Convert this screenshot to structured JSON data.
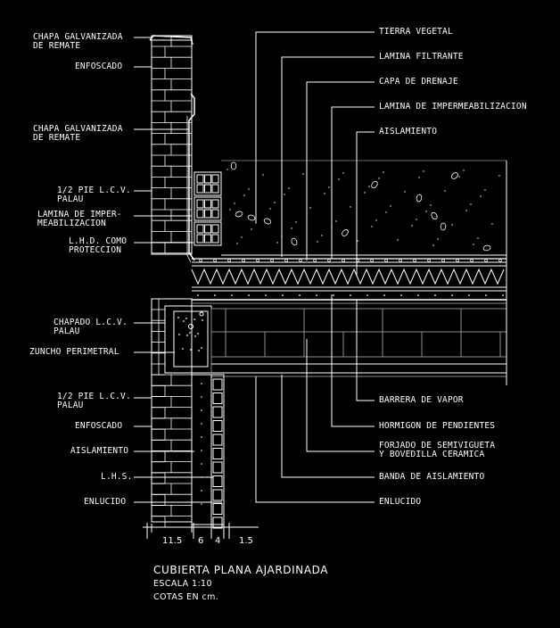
{
  "left_labels": [
    {
      "id": "chapa-galvanizada-1",
      "lines": [
        "CHAPA GALVANIZADA",
        "DE REMATE"
      ]
    },
    {
      "id": "enfoscado-1",
      "lines": [
        "ENFOSCADO"
      ]
    },
    {
      "id": "chapa-galvanizada-2",
      "lines": [
        "CHAPA GALVANIZADA",
        "DE REMATE"
      ]
    },
    {
      "id": "medio-pie-1",
      "lines": [
        "1/2 PIE L.C.V.",
        "PALAU"
      ]
    },
    {
      "id": "lamina-imper",
      "lines": [
        "LAMINA DE IMPER-",
        "MEABILIZACION"
      ]
    },
    {
      "id": "lhd",
      "lines": [
        "L.H.D. COMO",
        "PROTECCION"
      ]
    },
    {
      "id": "chapado",
      "lines": [
        "CHAPADO L.C.V.",
        "PALAU"
      ]
    },
    {
      "id": "zuncho",
      "lines": [
        "ZUNCHO PERIMETRAL"
      ]
    },
    {
      "id": "medio-pie-2",
      "lines": [
        "1/2 PIE L.C.V.",
        "PALAU"
      ]
    },
    {
      "id": "enfoscado-2",
      "lines": [
        "ENFOSCADO"
      ]
    },
    {
      "id": "aislamiento-left",
      "lines": [
        "AISLAMIENTO"
      ]
    },
    {
      "id": "lhs",
      "lines": [
        "L.H.S."
      ]
    },
    {
      "id": "enlucido-left",
      "lines": [
        "ENLUCIDO"
      ]
    }
  ],
  "right_labels": [
    {
      "id": "tierra-vegetal",
      "lines": [
        "TIERRA VEGETAL"
      ]
    },
    {
      "id": "lamina-filtrante",
      "lines": [
        "LAMINA FILTRANTE"
      ]
    },
    {
      "id": "capa-drenaje",
      "lines": [
        "CAPA DE DRENAJE"
      ]
    },
    {
      "id": "lamina-imperm",
      "lines": [
        "LAMINA DE IMPERMEABILIZACION"
      ]
    },
    {
      "id": "aislamiento-right",
      "lines": [
        "AISLAMIENTO"
      ]
    },
    {
      "id": "barrera-vapor",
      "lines": [
        "BARRERA DE VAPOR"
      ]
    },
    {
      "id": "hormigon",
      "lines": [
        "HORMIGON DE PENDIENTES"
      ]
    },
    {
      "id": "forjado",
      "lines": [
        "FORJADO DE SEMIVIGUETA",
        "Y BOVEDILLA CERAMICA"
      ]
    },
    {
      "id": "banda",
      "lines": [
        "BANDA DE AISLAMIENTO"
      ]
    },
    {
      "id": "enlucido-right",
      "lines": [
        "ENLUCIDO"
      ]
    }
  ],
  "dimensions": [
    "11.5",
    "6",
    "4",
    "1.5"
  ],
  "title_block": {
    "title": "CUBIERTA PLANA AJARDINADA",
    "scale": "ESCALA 1:10",
    "units": "COTAS EN cm."
  },
  "colors": {
    "background": "#000000",
    "lines": "#ffffff",
    "grey": "#8a8a8a"
  }
}
